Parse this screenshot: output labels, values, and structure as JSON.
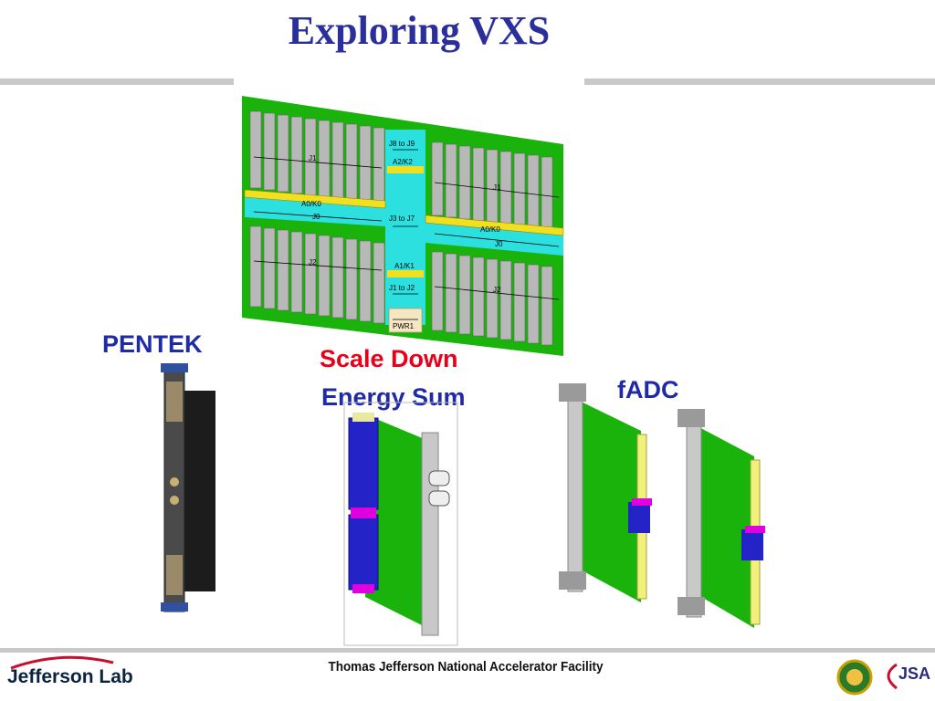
{
  "slide": {
    "title": "Exploring VXS",
    "labels": {
      "pentek": "PENTEK",
      "scale_down": "Scale Down",
      "energy_sum": "Energy Sum",
      "fadc": "fADC"
    },
    "backplane": {
      "j8_to_j9": "J8 to J9",
      "a2k2": "A2/K2",
      "j1": "J1",
      "a0k0": "A0/K0",
      "j0": "J0",
      "j3_to_j7": "J3 to J7",
      "a1k1": "A1/K1",
      "j1_to_j2": "J1 to J2",
      "j2": "J2",
      "pwr1": "PWR1"
    },
    "footer": {
      "institution": "Thomas Jefferson National Accelerator Facility",
      "logo_left": "Jefferson Lab",
      "logo_right": "JSA"
    },
    "colors": {
      "title": "#2b2f9b",
      "pcb_green": "#19b30c",
      "cyan": "#2de0e0",
      "accent_red": "#e8001b"
    }
  }
}
